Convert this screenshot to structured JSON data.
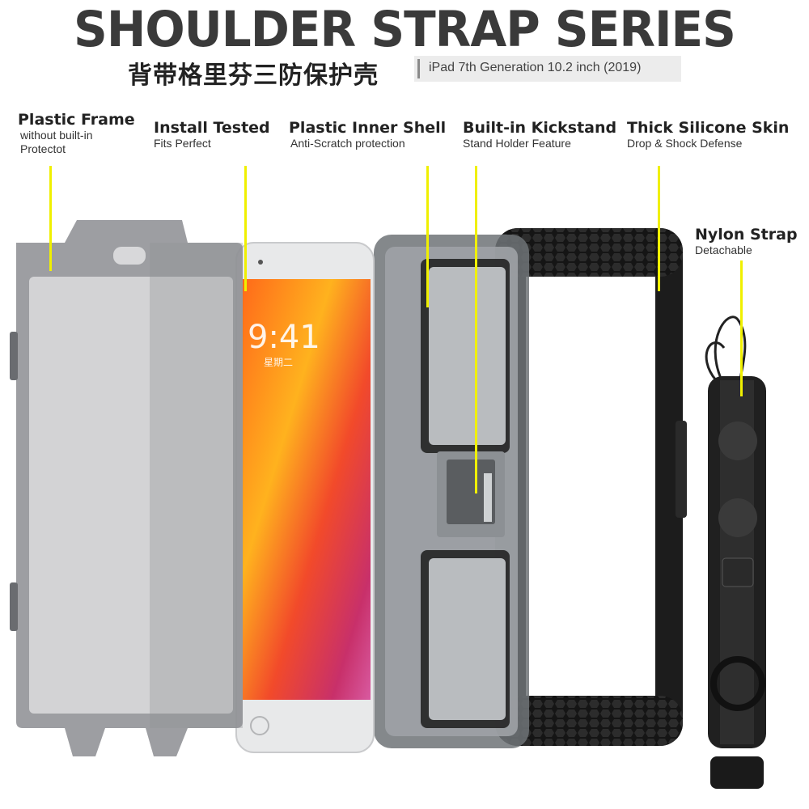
{
  "header": {
    "title": "SHOULDER STRAP SERIES",
    "subtitle_cn": "背带格里芬三防保护壳",
    "model": "iPad 7th Generation 10.2 inch (2019)"
  },
  "features": [
    {
      "title": "Plastic Frame",
      "subtitle": "without built-in\nProtectot"
    },
    {
      "title": "Install Tested",
      "subtitle": "Fits Perfect"
    },
    {
      "title": "Plastic Inner Shell",
      "subtitle": "Anti-Scratch protection"
    },
    {
      "title": "Built-in Kickstand",
      "subtitle": "Stand Holder Feature"
    },
    {
      "title": "Thick Silicone Skin",
      "subtitle": "Drop & Shock Defense"
    },
    {
      "title": "Nylon Strap",
      "subtitle": "Detachable"
    }
  ],
  "tablet_screen": {
    "time": "9:41",
    "date": "星期二"
  },
  "colors": {
    "leader": "#f0f000",
    "frame_gray": "#8f9195",
    "silicone_black": "#1c1c1c",
    "wallpaper_orange": "#f07a1a"
  }
}
